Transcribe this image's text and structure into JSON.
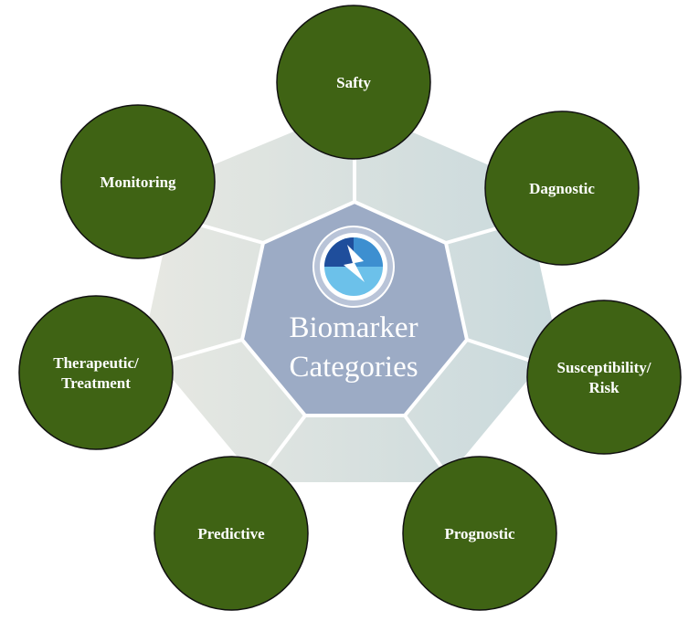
{
  "center": {
    "line1": "Biomarker",
    "line2": "Categories",
    "logo_icon": "lightning-bolt-icon"
  },
  "nodes": [
    {
      "id": "safety",
      "lines": [
        "Safty"
      ]
    },
    {
      "id": "diagnostic",
      "lines": [
        "Dagnostic"
      ]
    },
    {
      "id": "susceptibility",
      "lines": [
        "Susceptibility/",
        "Risk"
      ]
    },
    {
      "id": "prognostic",
      "lines": [
        "Prognostic"
      ]
    },
    {
      "id": "predictive",
      "lines": [
        "Predictive"
      ]
    },
    {
      "id": "therapeutic",
      "lines": [
        "Therapeutic/",
        "Treatment"
      ]
    },
    {
      "id": "monitoring",
      "lines": [
        "Monitoring"
      ]
    }
  ],
  "colors": {
    "circle_fill": "#3f6314",
    "circle_stroke": "#111111",
    "label_default": "#ffffff",
    "label_highlight": "#f4b73a",
    "center_fill": "#9cabc5",
    "outer_left": "#e7e8e2",
    "outer_right": "#c9d9dc",
    "divider": "#ffffff",
    "logo_dark": "#1f4e9c",
    "logo_mid": "#3d8fd0",
    "logo_light": "#6cc1ea"
  },
  "highlighted_node": "diagnostic"
}
